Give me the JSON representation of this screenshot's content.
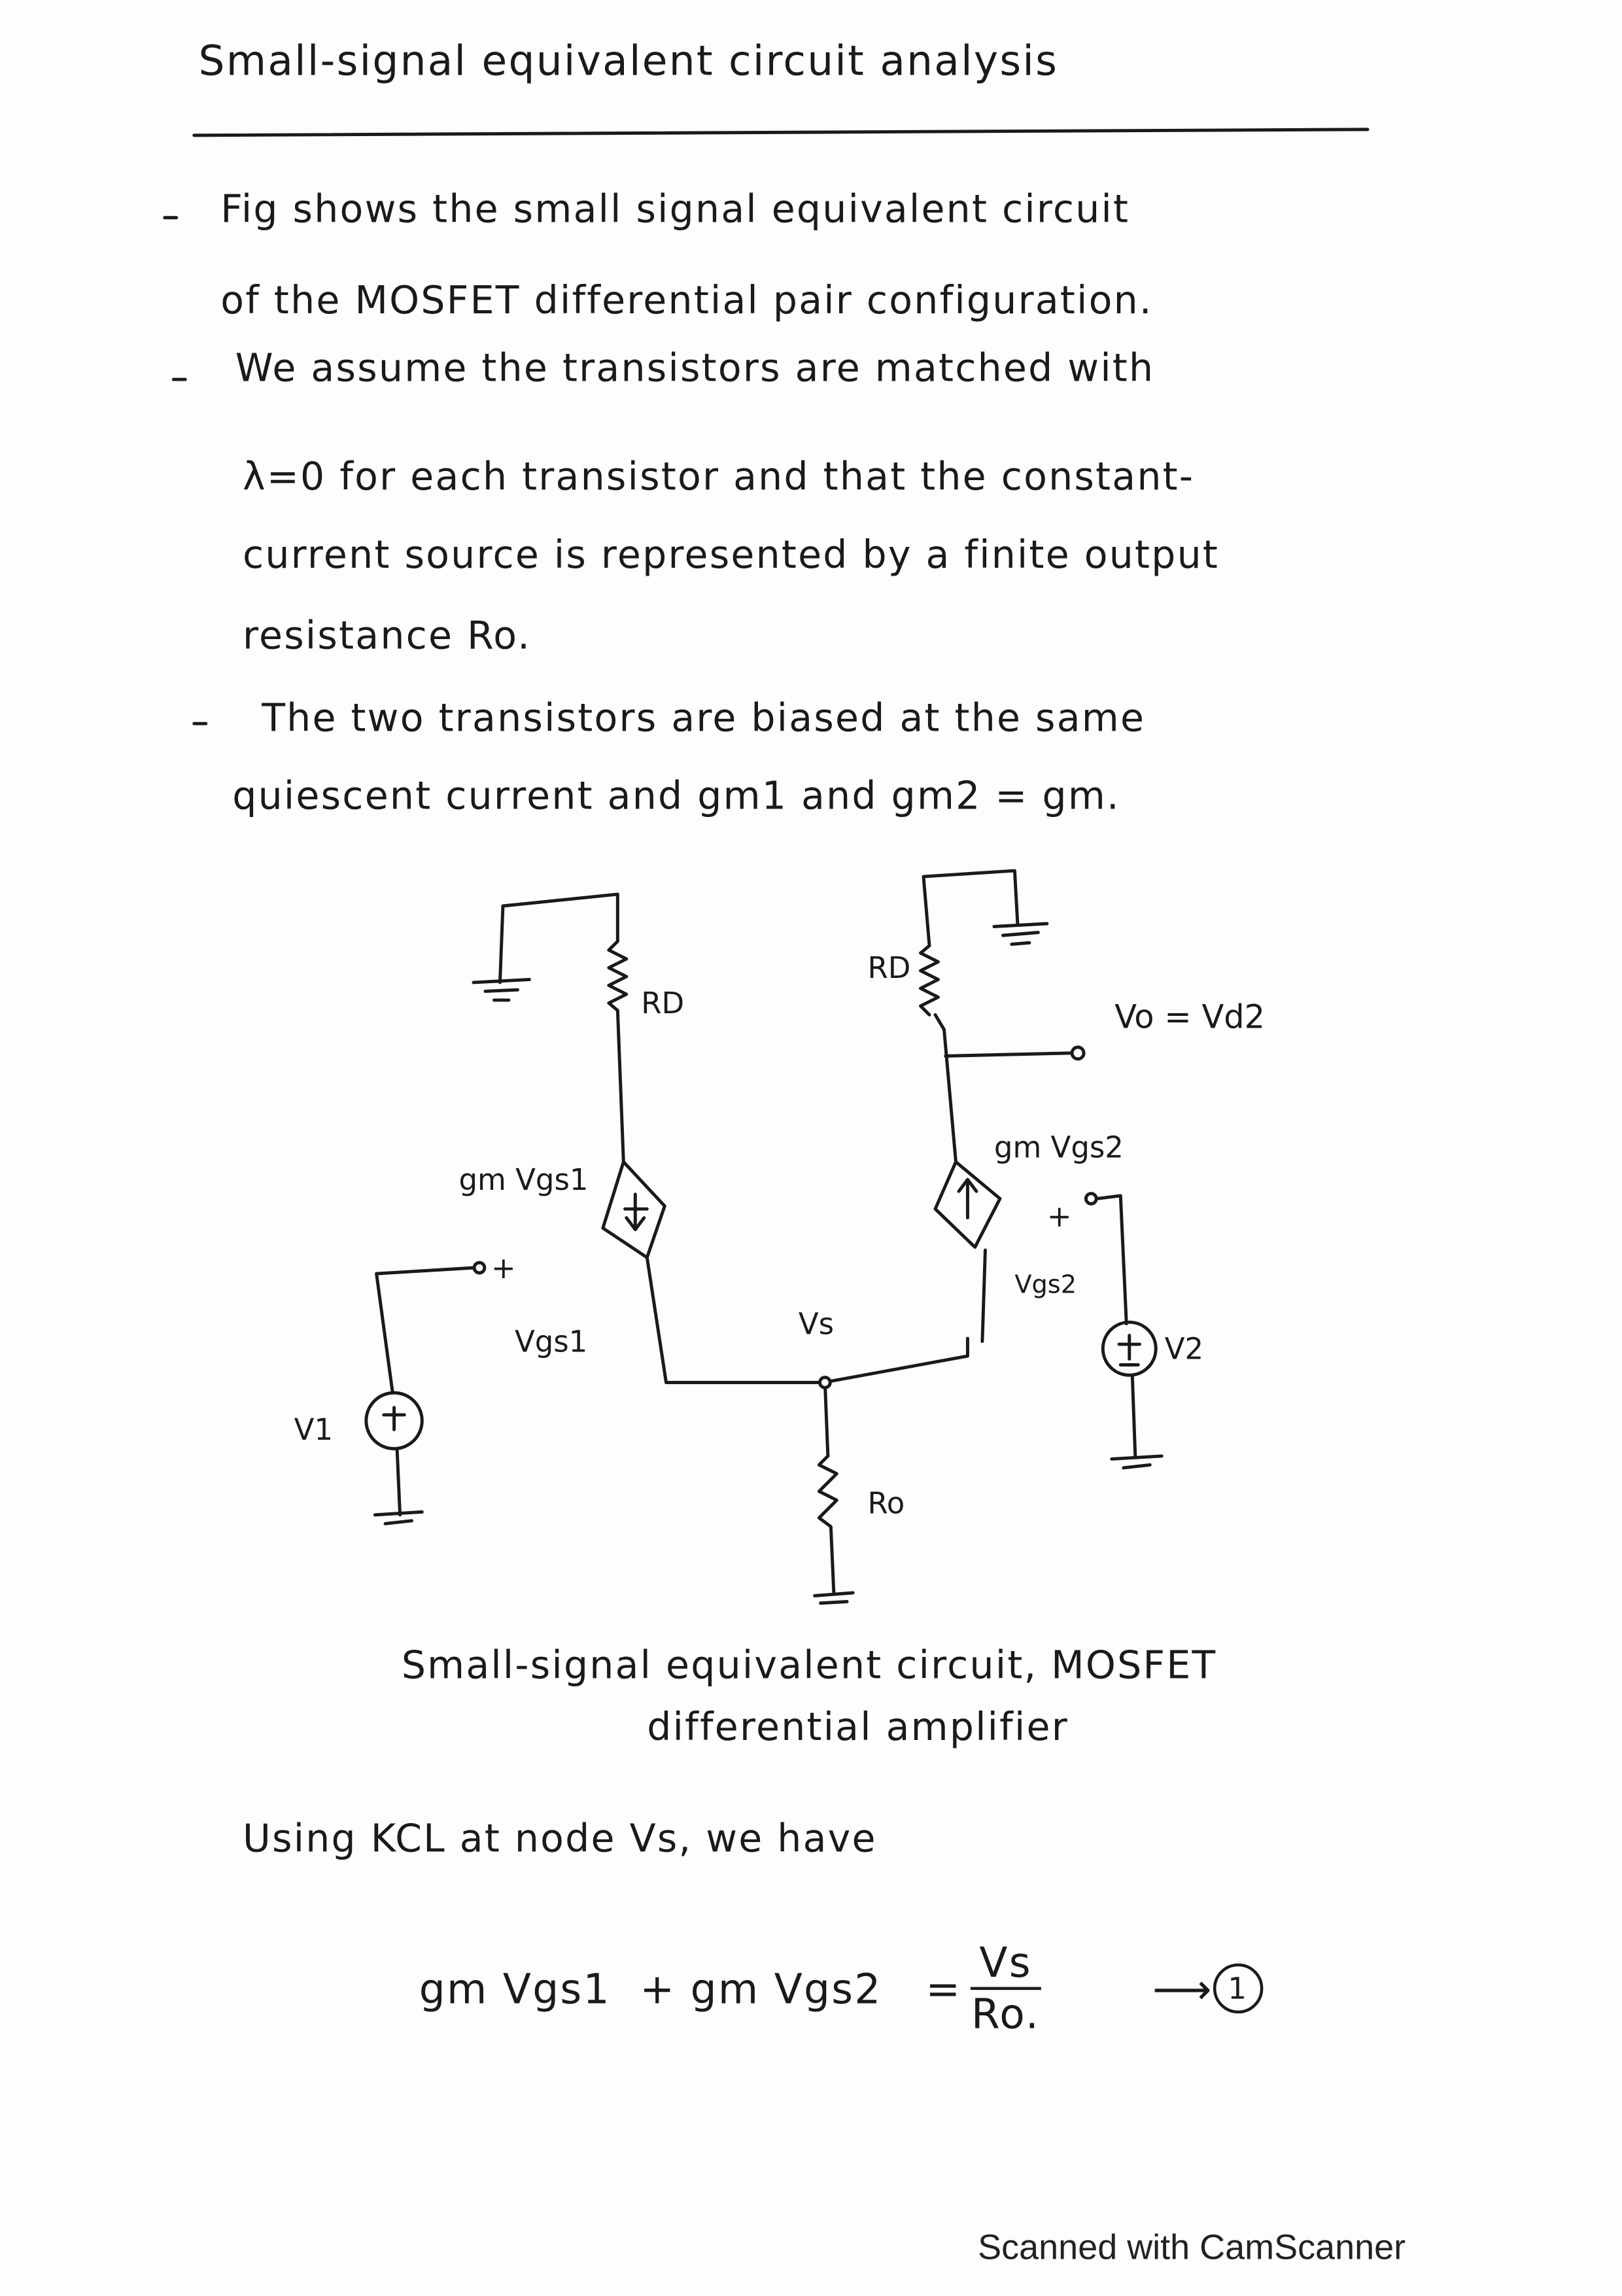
{
  "title": "Small-signal equivalent circuit analysis",
  "bullets": [
    {
      "lines": [
        "Fig shows the small signal equivalent circuit",
        "of the MOSFET differential pair configuration."
      ]
    },
    {
      "lines": [
        "We assume the transistors are matched with",
        "λ=0 for each transistor and that the constant-",
        "current source is represented by a finite output",
        "resistance Ro."
      ]
    },
    {
      "lines": [
        "The two transistors are biased at the same",
        "quiescent current and gm1 and gm2 = gm."
      ]
    }
  ],
  "circuit": {
    "labels": {
      "rd_left": "RD",
      "rd_right": "RD",
      "vo": "Vo = Vd2",
      "gm_vgs1": "gm Vgs1",
      "gm_vgs2": "gm Vgs2",
      "plus_left": "+",
      "plus_right": "+",
      "vgs1": "Vgs1",
      "vgs2": "Vgs2",
      "vs": "Vs",
      "v1": "V1",
      "v2": "V2",
      "ro": "Ro"
    }
  },
  "caption": [
    "Small-signal equivalent circuit, MOSFET",
    "differential amplifier"
  ],
  "kcl_text": "Using KCL at node Vs, we have",
  "equation": {
    "term1": "gm",
    "term1_sub": "",
    "var1": "Vgs1",
    "plus": "+",
    "term2": "gm",
    "var2": "Vgs2",
    "equals": "=",
    "numerator": "Vs",
    "denominator": "Ro.",
    "arrow": "⟶",
    "number": "1"
  },
  "footer": "Scanned with CamScanner"
}
